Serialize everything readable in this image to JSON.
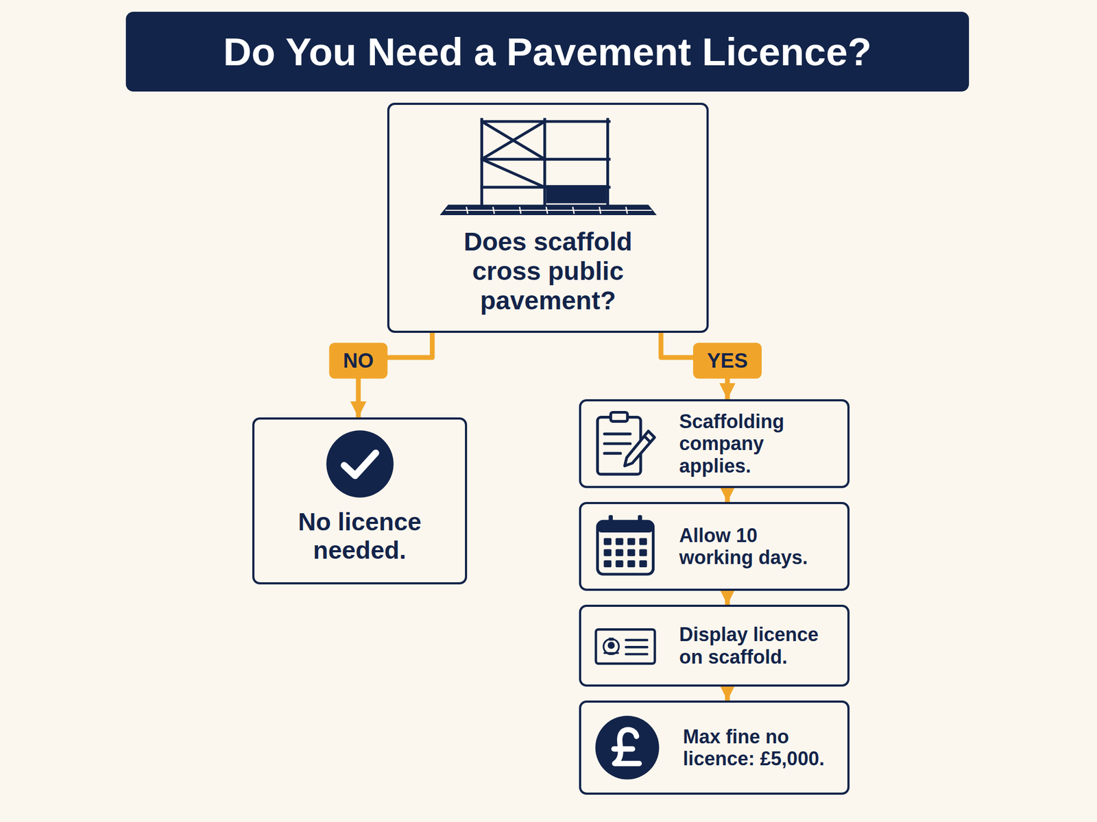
{
  "diagram": {
    "title": "Do You Need a Pavement Licence?",
    "nodes": [
      {
        "text": [
          "Does scaffold cross public pavement?"
        ]
      },
      {
        "text": [
          "No licence needed."
        ]
      },
      {
        "text": [
          "Scaffolding company applies."
        ]
      },
      {
        "text": [
          "Allow 10 working days."
        ]
      },
      {
        "text": [
          "Display licence on scaffold."
        ]
      },
      {
        "text": [
          "Max fine no licence: £5,000."
        ]
      }
    ],
    "edges": [
      {
        "from": 0,
        "to": 1,
        "arrow": "to",
        "label": "NO"
      },
      {
        "from": 0,
        "to": 2,
        "arrow": "to",
        "label": "YES"
      },
      {
        "from": 2,
        "to": 3,
        "arrow": "to"
      },
      {
        "from": 3,
        "to": 4,
        "arrow": "to"
      },
      {
        "from": 4,
        "to": 5,
        "arrow": "to"
      }
    ]
  }
}
